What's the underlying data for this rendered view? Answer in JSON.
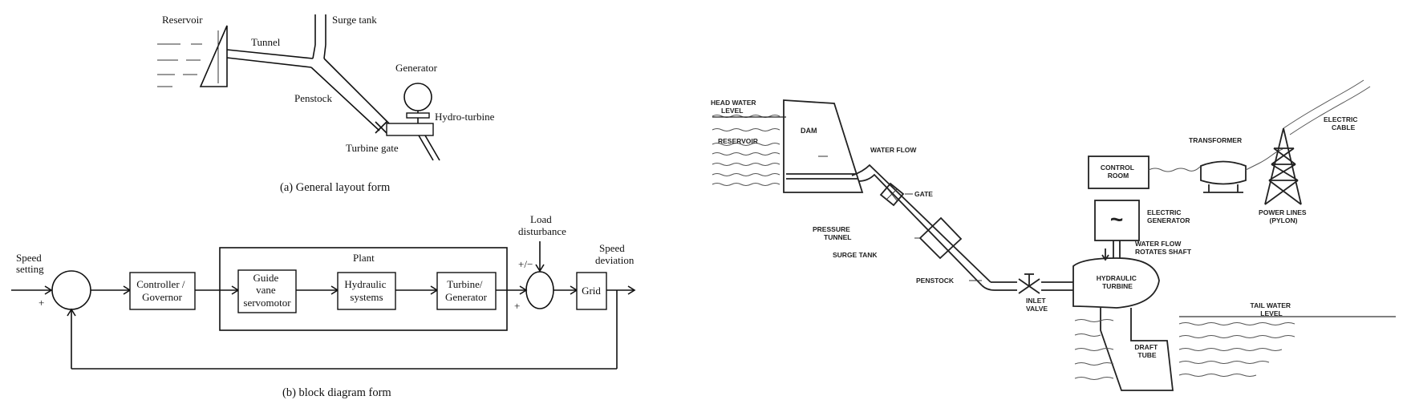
{
  "layout_a": {
    "reservoir": "Reservoir",
    "surge_tank": "Surge tank",
    "tunnel": "Tunnel",
    "generator": "Generator",
    "penstock": "Penstock",
    "hydro_turbine": "Hydro-turbine",
    "turbine_gate": "Turbine gate",
    "caption": "(a) General layout form"
  },
  "block_b": {
    "speed_setting_1": "Speed",
    "speed_setting_2": "setting",
    "plus_input": "+",
    "controller_1": "Controller /",
    "controller_2": "Governor",
    "plant": "Plant",
    "guide_1": "Guide",
    "guide_2": "vane",
    "guide_3": "servomotor",
    "hydraulic_1": "Hydraulic",
    "hydraulic_2": "systems",
    "turbine_1": "Turbine/",
    "turbine_2": "Generator",
    "load_1": "Load",
    "load_2": "disturbance",
    "plus_minus": "+/−",
    "plus_sum": "+",
    "grid": "Grid",
    "speed_dev_1": "Speed",
    "speed_dev_2": "deviation",
    "caption": "(b) block diagram form"
  },
  "plant_right": {
    "head_water_1": "HEAD WATER",
    "head_water_2": "LEVEL",
    "reservoir": "RESERVOIR",
    "dam": "DAM",
    "water_flow": "WATER FLOW",
    "gate": "GATE",
    "pressure_1": "PRESSURE",
    "pressure_2": "TUNNEL",
    "surge_tank": "SURGE TANK",
    "penstock": "PENSTOCK",
    "inlet_1": "INLET",
    "inlet_2": "VALVE",
    "control_1": "CONTROL",
    "control_2": "ROOM",
    "electric_gen_1": "ELECTRIC",
    "electric_gen_2": "GENERATOR",
    "flow_rot_1": "WATER FLOW",
    "flow_rot_2": "ROTATES SHAFT",
    "hyd_turbine_1": "HYDRAULIC",
    "hyd_turbine_2": "TURBINE",
    "transformer": "TRANSFORMER",
    "cable_1": "ELECTRIC",
    "cable_2": "CABLE",
    "power_1": "POWER LINES",
    "power_2": "(PYLON)",
    "tail_1": "TAIL WATER",
    "tail_2": "LEVEL",
    "draft_1": "DRAFT",
    "draft_2": "TUBE",
    "generator_symbol": "~"
  }
}
